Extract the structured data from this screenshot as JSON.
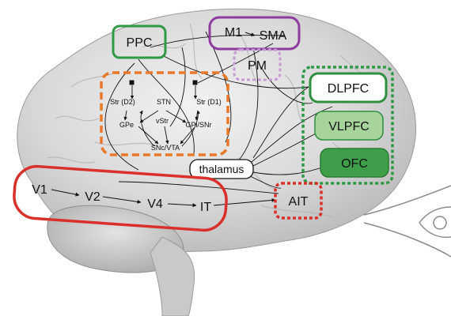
{
  "labels": {
    "ppc": "PPC",
    "m1": "M1",
    "sma": "SMA",
    "pm": "PM",
    "dlpfc": "DLPFC",
    "vlpfc": "VLPFC",
    "ofc": "OFC",
    "ait": "AIT",
    "thalamus": "thalamus",
    "v1": "V1",
    "v2": "V2",
    "v4": "V4",
    "it": "IT",
    "str_d2": "Str (D2)",
    "str_d1": "Str (D1)",
    "stn": "STN",
    "gpe": "GPe",
    "vstr": "vStr",
    "gpi_snr": "GPi/SNr",
    "snc_vta": "SNc/VTA"
  },
  "colors": {
    "red": "#d9302c",
    "orange": "#e8792b",
    "purple": "#8e3a9e",
    "purple_dotted": "#c89ad6",
    "green_dark": "#2e9a45",
    "green_box": "#2f8f3f",
    "green_fill_light": "#a6d49a",
    "green_fill_dark": "#3f9e4a"
  }
}
